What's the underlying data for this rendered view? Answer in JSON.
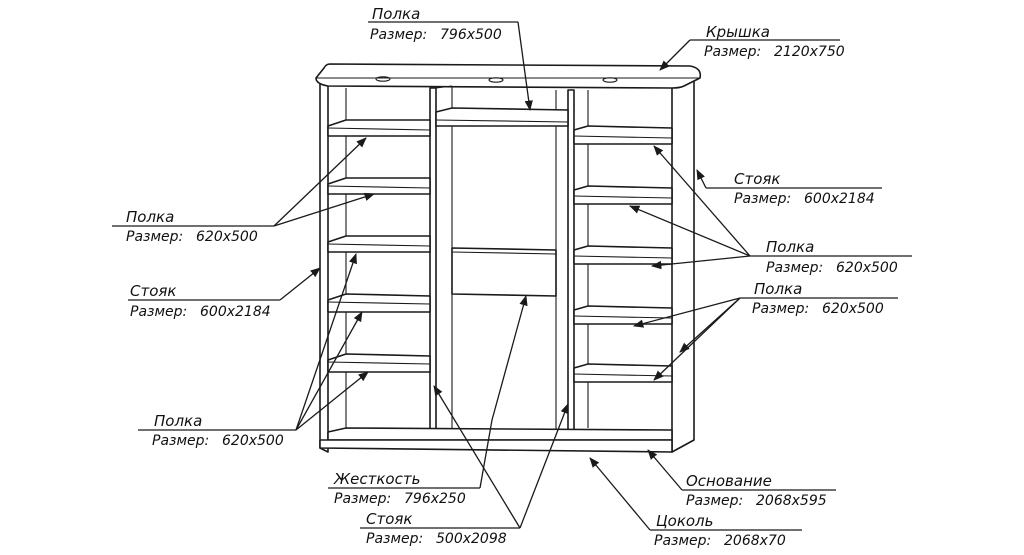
{
  "labels": {
    "polka_top": {
      "name": "Полка",
      "size_prefix": "Размер:",
      "size": "796x500"
    },
    "kryshka": {
      "name": "Крышка",
      "size_prefix": "Размер:",
      "size": "2120x750"
    },
    "stoyak_right": {
      "name": "Стояк",
      "size_prefix": "Размер:",
      "size": "600x2184"
    },
    "polka_right_1": {
      "name": "Полка",
      "size_prefix": "Размер:",
      "size": "620x500"
    },
    "polka_right_2": {
      "name": "Полка",
      "size_prefix": "Размер:",
      "size": "620x500"
    },
    "polka_left_1": {
      "name": "Полка",
      "size_prefix": "Размер:",
      "size": "620x500"
    },
    "stoyak_left": {
      "name": "Стояк",
      "size_prefix": "Размер:",
      "size": "600x2184"
    },
    "polka_left_2": {
      "name": "Полка",
      "size_prefix": "Размер:",
      "size": "620x500"
    },
    "zhestkost": {
      "name": "Жесткость",
      "size_prefix": "Размер:",
      "size": "796x250"
    },
    "stoyak_bottom": {
      "name": "Стояк",
      "size_prefix": "Размер:",
      "size": "500x2098"
    },
    "osnovanie": {
      "name": "Основание",
      "size_prefix": "Размер:",
      "size": "2068x595"
    },
    "tsokol": {
      "name": "Цоколь",
      "size_prefix": "Размер:",
      "size": "2068x70"
    }
  }
}
